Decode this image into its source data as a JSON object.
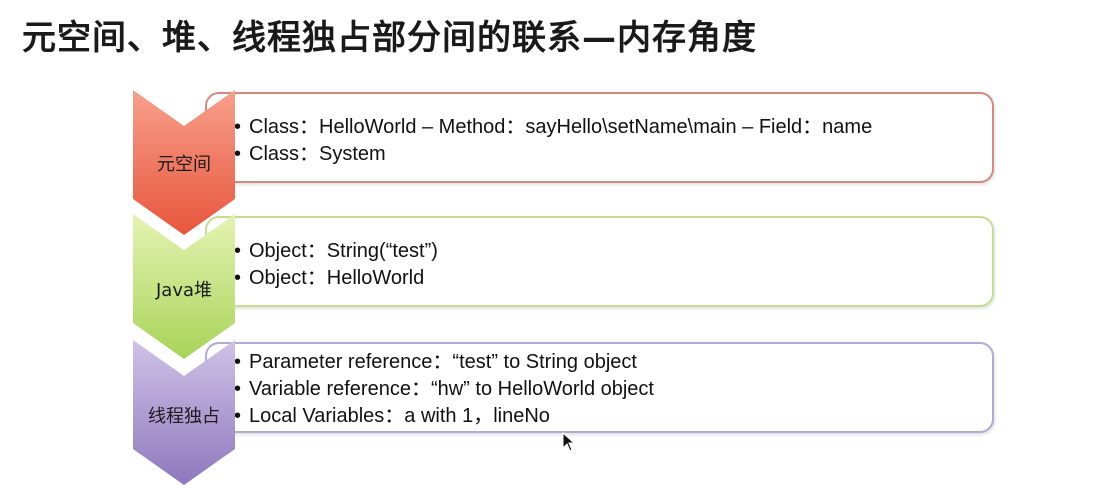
{
  "title": "元空间、堆、线程独占部分间的联系—内存角度",
  "stages": [
    {
      "label": "元空间",
      "color_top": "#f7a08c",
      "color_bottom": "#e8553c",
      "border": "#d48a80",
      "items": [
        "Class：HelloWorld – Method：sayHello\\setName\\main – Field：name",
        "Class：System"
      ]
    },
    {
      "label": "Java堆",
      "color_top": "#e6f3b4",
      "color_bottom": "#a8d458",
      "border": "#c3dd92",
      "items": [
        "Object：String(“test”)",
        "Object：HelloWorld"
      ]
    },
    {
      "label": "线程独占",
      "color_top": "#cfc2e6",
      "color_bottom": "#8e78be",
      "border": "#b4a8d4",
      "items": [
        "Parameter reference：“test” to String object",
        "Variable reference：“hw”  to  HelloWorld object",
        "Local Variables：a with 1，lineNo"
      ]
    }
  ],
  "icons": {
    "cursor": "mouse-pointer-icon"
  }
}
